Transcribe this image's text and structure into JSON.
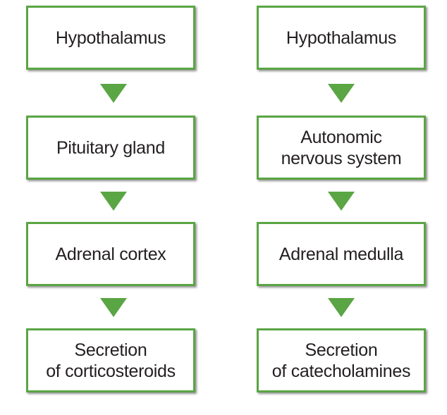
{
  "diagram": {
    "colors": {
      "accent": "#5aa544",
      "text": "#231f20",
      "background": "#ffffff"
    },
    "left_column": {
      "boxes": [
        "Hypothalamus",
        "Pituitary gland",
        "Adrenal cortex",
        "Secretion\nof corticosteroids"
      ]
    },
    "right_column": {
      "boxes": [
        "Hypothalamus",
        "Autonomic\nnervous system",
        "Adrenal medulla",
        "Secretion\nof catecholamines"
      ]
    },
    "arrow_icon": "down-triangle-arrow-icon"
  }
}
